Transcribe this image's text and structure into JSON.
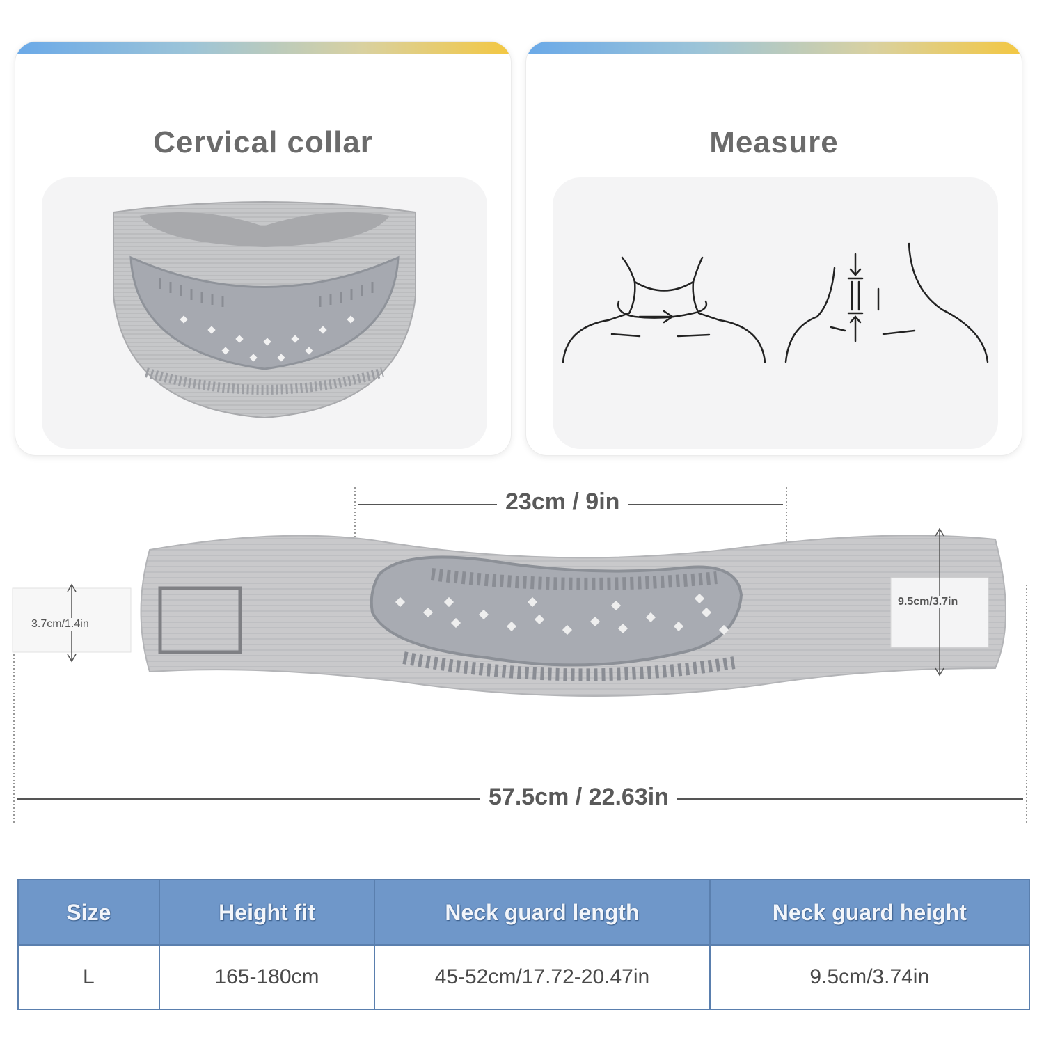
{
  "cards": [
    {
      "title": "Cervical collar"
    },
    {
      "title": "Measure"
    }
  ],
  "dimensions": {
    "inner_length": "23cm / 9in",
    "total_length": "57.5cm / 22.63in",
    "strap_height": "3.7cm/1.4in",
    "collar_height": "9.5cm/3.7in"
  },
  "table": {
    "headers": [
      "Size",
      "Height fit",
      "Neck guard length",
      "Neck guard height"
    ],
    "row": [
      "L",
      "165-180cm",
      "45-52cm/17.72-20.47in",
      "9.5cm/3.74in"
    ]
  },
  "colors": {
    "table_header": "#6f97c9",
    "collar_fabric": "#c9c9cb",
    "collar_pad": "#9fa3ab"
  }
}
